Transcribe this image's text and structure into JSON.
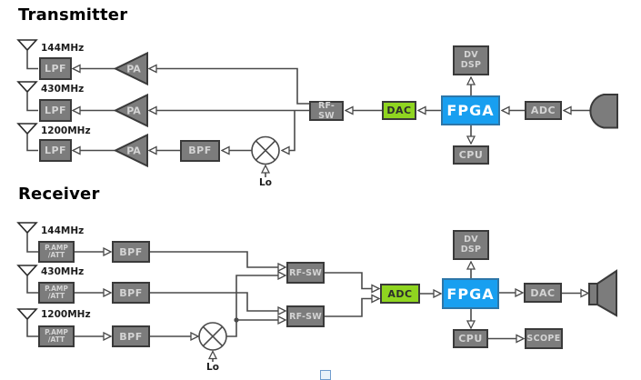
{
  "colors": {
    "fpga_blue": "#189FF0",
    "converter_green": "#8FD520",
    "block_gray": "#7C7C7C",
    "wire": "#4a4a4a"
  },
  "transmitter": {
    "title": "Transmitter",
    "bands": [
      {
        "freq": "144MHz",
        "filter": "LPF",
        "amp": "PA"
      },
      {
        "freq": "430MHz",
        "filter": "LPF",
        "amp": "PA"
      },
      {
        "freq": "1200MHz",
        "filter": "LPF",
        "amp": "PA"
      }
    ],
    "bpf": "BPF",
    "lo": "Lo",
    "rf_sw": "RF-SW",
    "dac": "DAC",
    "fpga": "FPGA",
    "dv_dsp_line1": "DV",
    "dv_dsp_line2": "DSP",
    "cpu": "CPU",
    "adc": "ADC"
  },
  "receiver": {
    "title": "Receiver",
    "bands": [
      {
        "freq": "144MHz",
        "amp_line1": "P.AMP",
        "amp_line2": "/ATT",
        "filter": "BPF"
      },
      {
        "freq": "430MHz",
        "amp_line1": "P.AMP",
        "amp_line2": "/ATT",
        "filter": "BPF"
      },
      {
        "freq": "1200MHz",
        "amp_line1": "P.AMP",
        "amp_line2": "/ATT",
        "filter": "BPF"
      }
    ],
    "lo": "Lo",
    "rf_sw_1": "RF-SW",
    "rf_sw_2": "RF-SW",
    "adc": "ADC",
    "fpga": "FPGA",
    "dv_dsp_line1": "DV",
    "dv_dsp_line2": "DSP",
    "cpu": "CPU",
    "dac": "DAC",
    "scope": "SCOPE"
  }
}
